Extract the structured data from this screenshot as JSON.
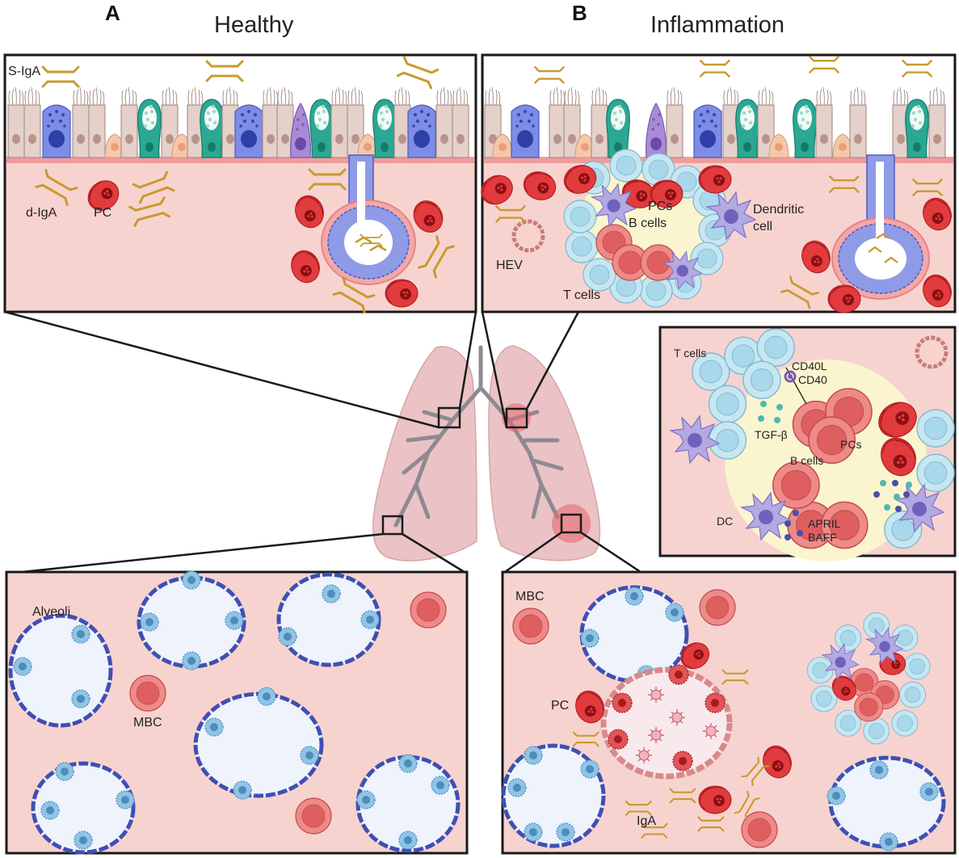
{
  "panels": {
    "a": {
      "letter": "A",
      "title": "Healthy"
    },
    "b": {
      "letter": "B",
      "title": "Inflammation"
    }
  },
  "labels": {
    "s_iga": "S-IgA",
    "d_iga": "d-IgA",
    "pc_a": "PC",
    "pcs_b": "PCs",
    "b_cells_b": "B cells",
    "dendritic_cell_line1": "Dendritic",
    "dendritic_cell_line2": "cell",
    "hev": "HEV",
    "t_cells_b": "T cells",
    "t_cells_detail": "T cells",
    "cd40l": "CD40L",
    "cd40": "CD40",
    "tgf_beta": "TGF-β",
    "pcs_detail": "PCs",
    "b_cells_detail": "B cells",
    "dc": "DC",
    "april": "APRIL",
    "baff": "BAFF",
    "alveoli": "Alveoli",
    "mbc_a": "MBC",
    "mbc_b": "MBC",
    "pc_b": "PC",
    "iga_b": "IgA"
  },
  "colors": {
    "tissue": "#f7d3cf",
    "epithelium": "#e6d2cc",
    "goblet": "#2aa893",
    "secretory_blue": "#6f7fe0",
    "rbc_plasma": "#e0383c",
    "b_cell": "#ec7878",
    "t_cell": "#bfe4f0",
    "dendritic": "#a9a0df",
    "alveolus_wall": "#4a5ab8",
    "iga": "#c99a2e",
    "lung": "#ebc3c6",
    "follicle": "#faf5cf"
  }
}
